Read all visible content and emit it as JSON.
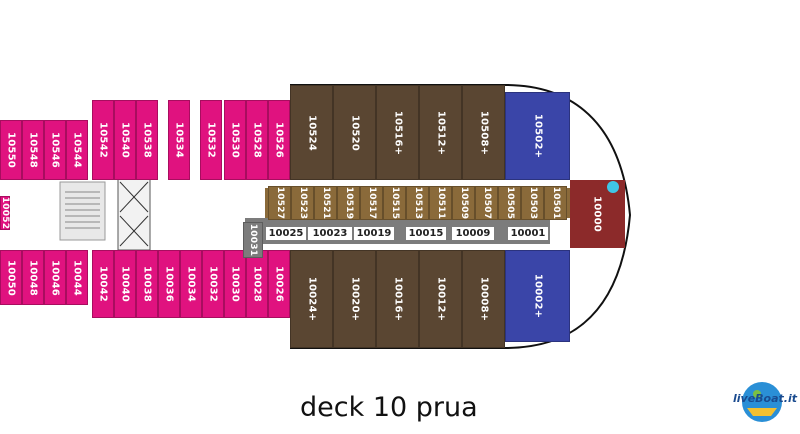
{
  "title": "deck 10 prua",
  "logo_text": "liveBoat.it",
  "colors": {
    "pink": "#e0127f",
    "suite_brown": "#5a4632",
    "blue": "#3a45a8",
    "gold": "#8a6a3a",
    "grey": "#7c7c7c",
    "red": "#8c2a2a",
    "marker_cyan": "#3fc6e6"
  },
  "cabins": {
    "top_pink": [
      "10550",
      "10548",
      "10546",
      "10544",
      "10542",
      "10540",
      "10538",
      "10534",
      "10532",
      "10530",
      "10528",
      "10526"
    ],
    "bottom_pink": [
      "10050",
      "10048",
      "10046",
      "10044",
      "10042",
      "10040",
      "10038",
      "10036",
      "10034",
      "10032",
      "10030",
      "10028",
      "10026"
    ],
    "top_suites": [
      "10524",
      "10520",
      "10516+",
      "10512+",
      "10508+"
    ],
    "top_blue": "10502+",
    "bottom_suites": [
      "10024+",
      "10020+",
      "10016+",
      "10012+",
      "10008+"
    ],
    "bottom_blue": "10002+",
    "bow": "10000",
    "inner_top": [
      "10527",
      "10523",
      "10521",
      "10519",
      "10517",
      "10515",
      "10513",
      "10511",
      "10509",
      "10507",
      "10505",
      "10503",
      "10501"
    ],
    "inner_bottom": [
      "10025",
      "10023",
      "10019",
      "10015",
      "10009",
      "10001"
    ],
    "inner_left": "10031",
    "partial_left": "10052"
  }
}
